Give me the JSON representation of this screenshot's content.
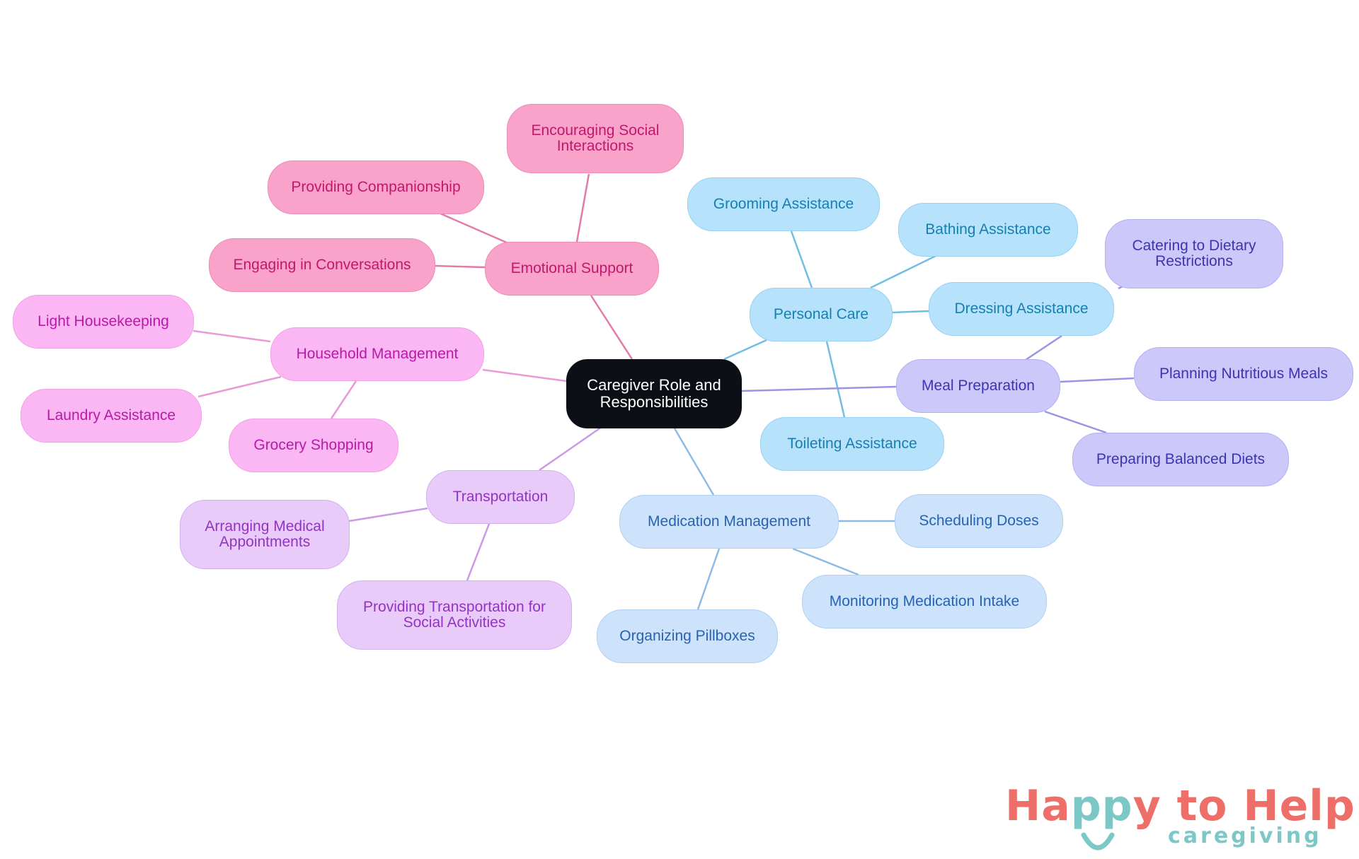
{
  "diagram": {
    "root": "Caregiver Role and Responsibilities",
    "branches": {
      "emotional_support": {
        "label": "Emotional Support",
        "color": "#e37aa9",
        "children": [
          "Encouraging Social Interactions",
          "Providing Companionship",
          "Engaging in Conversations"
        ]
      },
      "household_management": {
        "label": "Household Management",
        "color": "#e99ad6",
        "children": [
          "Light Housekeeping",
          "Laundry Assistance",
          "Grocery Shopping"
        ]
      },
      "transportation": {
        "label": "Transportation",
        "color": "#c99ae6",
        "children": [
          "Arranging Medical Appointments",
          "Providing Transportation for Social Activities"
        ]
      },
      "personal_care": {
        "label": "Personal Care",
        "color": "#72bde3",
        "children": [
          "Grooming Assistance",
          "Bathing Assistance",
          "Dressing Assistance",
          "Toileting Assistance"
        ]
      },
      "meal_preparation": {
        "label": "Meal Preparation",
        "color": "#9a95e3",
        "children": [
          "Catering to Dietary Restrictions",
          "Planning Nutritious Meals",
          "Preparing Balanced Diets"
        ]
      },
      "medication_management": {
        "label": "Medication Management",
        "color": "#8dbbe6",
        "children": [
          "Scheduling Doses",
          "Monitoring Medication Intake",
          "Organizing Pillboxes"
        ]
      }
    }
  },
  "logo": {
    "word1": "Ha",
    "word1b": "pp",
    "word1c": "y to Help",
    "tagline": "caregiving",
    "coral": "#ee6f69",
    "teal": "#7bc8c6"
  }
}
